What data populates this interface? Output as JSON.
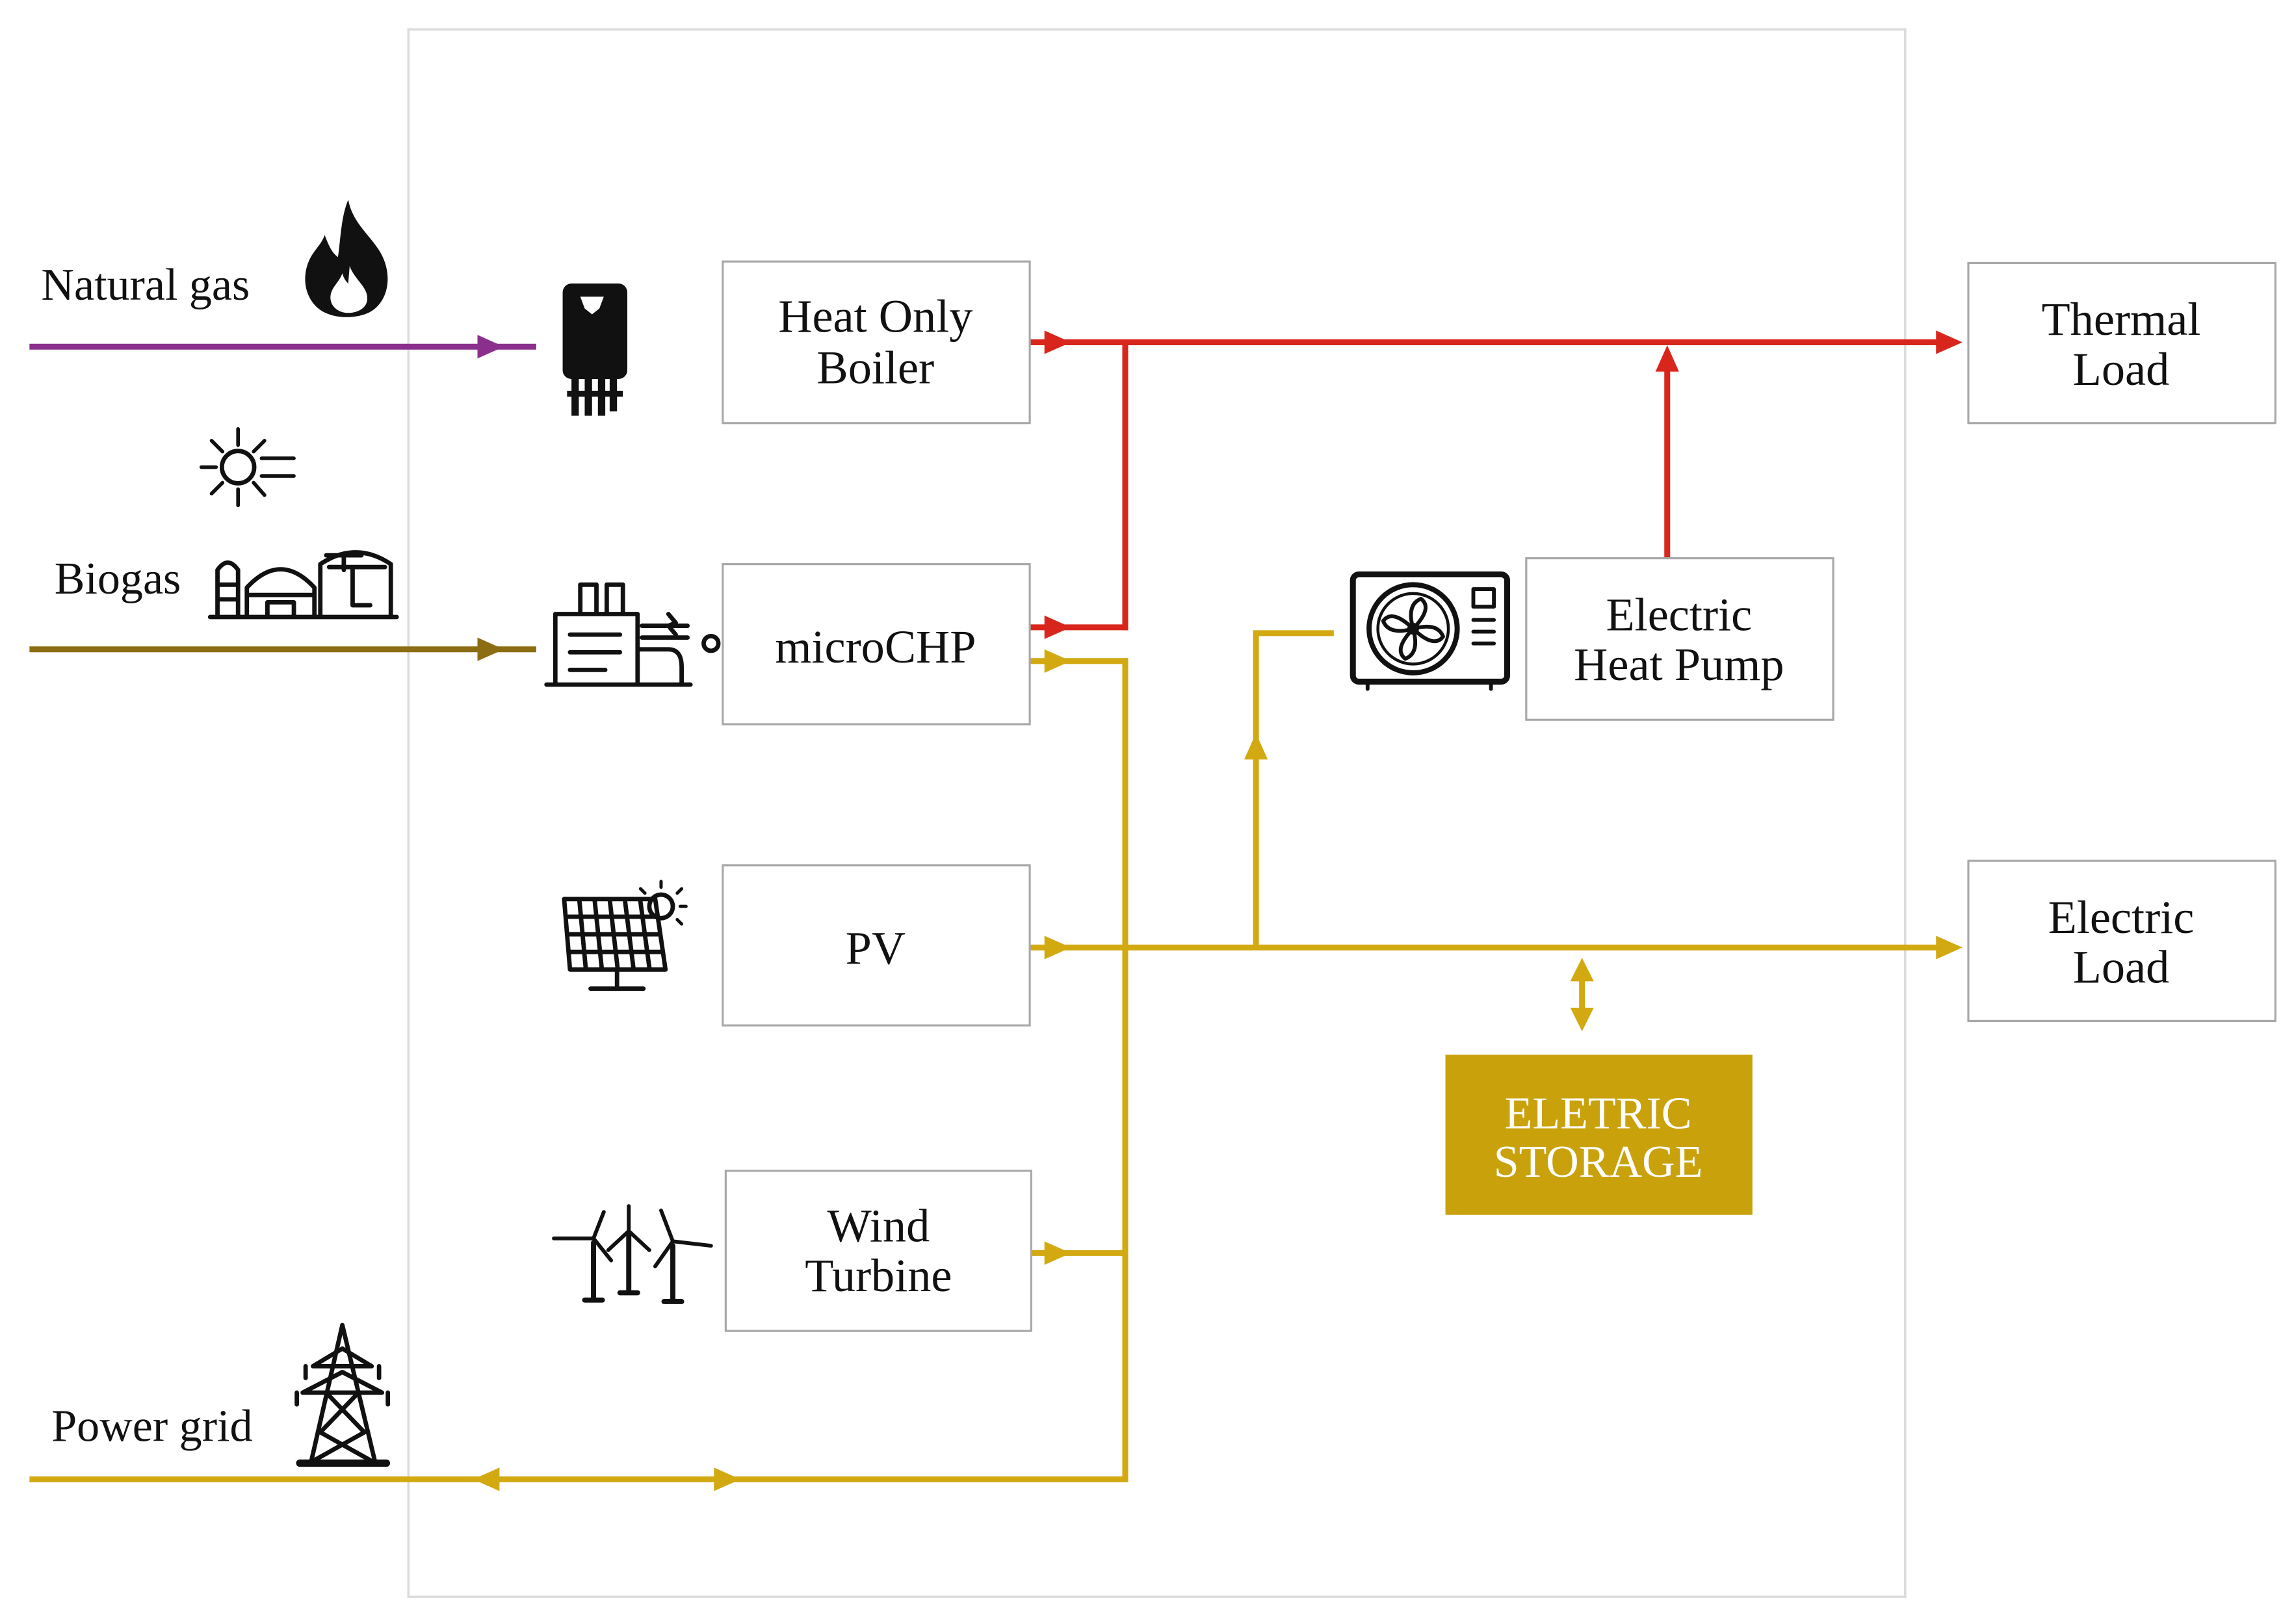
{
  "inputs": {
    "natural_gas": "Natural gas",
    "biogas": "Biogas",
    "power_grid": "Power grid"
  },
  "units": {
    "boiler": {
      "line1": "Heat Only",
      "line2": "Boiler"
    },
    "chp": {
      "line1": "microCHP"
    },
    "pv": {
      "line1": "PV"
    },
    "wind": {
      "line1": "Wind",
      "line2": "Turbine"
    },
    "heat_pump": {
      "line1": "Electric",
      "line2": "Heat Pump"
    },
    "storage": {
      "line1": "ELETRIC",
      "line2": "STORAGE"
    }
  },
  "loads": {
    "thermal": {
      "line1": "Thermal",
      "line2": "Load"
    },
    "electric": {
      "line1": "Electric",
      "line2": "Load"
    }
  },
  "icons": {
    "natural_gas": "flame-icon",
    "biogas_sun": "sun-icon",
    "biogas_plant": "biogas-plant-icon",
    "power_grid": "power-pylon-icon",
    "boiler": "boiler-icon",
    "chp": "chp-plant-icon",
    "pv": "solar-panel-icon",
    "wind": "wind-turbines-icon",
    "heat_pump": "heat-pump-unit-icon"
  },
  "colors": {
    "natural_gas_flow": "#8b2f8d",
    "biogas_flow": "#8c6d14",
    "thermal_flow": "#d9261c",
    "electric_flow": "#d3a912",
    "storage_fill": "#c9a10b"
  }
}
